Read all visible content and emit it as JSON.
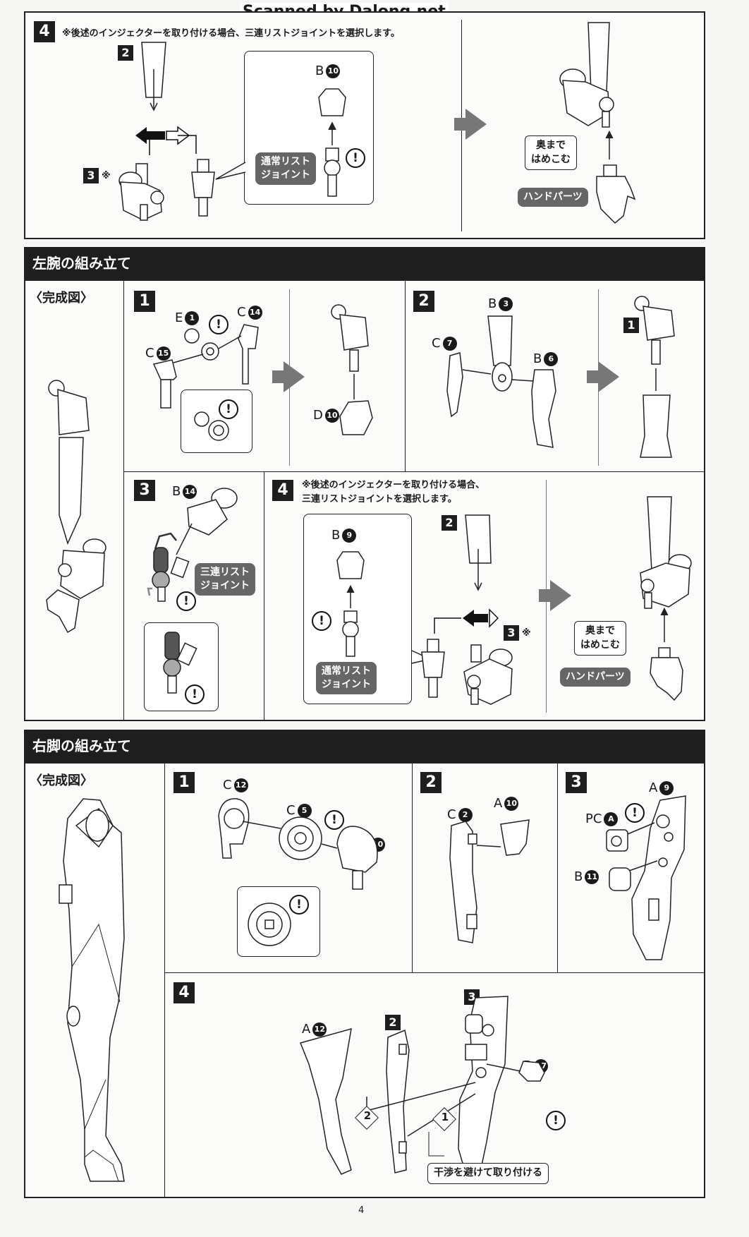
{
  "watermark": "Scanned by Dalong.net",
  "page_number": "4",
  "top_step": {
    "number": "4",
    "note": "※後述のインジェクターを取り付ける場合、三連リストジョイントを選択します。",
    "sub2": "2",
    "sub3": "3",
    "sub3_mark": "※",
    "part_b10": {
      "letter": "B",
      "num": "10"
    },
    "normal_joint": "通常リスト\nジョイント",
    "push_label": "奥まで\nはめこむ",
    "hand_parts": "ハンドパーツ"
  },
  "left_arm": {
    "title": "左腕の組み立て",
    "complete": "〈完成図〉",
    "step1": {
      "number": "1",
      "e1": {
        "letter": "E",
        "num": "1"
      },
      "c14": {
        "letter": "C",
        "num": "14"
      },
      "c15": {
        "letter": "C",
        "num": "15"
      },
      "d10": {
        "letter": "D",
        "num": "10"
      }
    },
    "step2": {
      "number": "2",
      "b3": {
        "letter": "B",
        "num": "3"
      },
      "c7": {
        "letter": "C",
        "num": "7"
      },
      "b6": {
        "letter": "B",
        "num": "6"
      },
      "sub1": "1"
    },
    "step3": {
      "number": "3",
      "b14": {
        "letter": "B",
        "num": "14"
      },
      "triple_joint": "三連リスト\nジョイント"
    },
    "step4": {
      "number": "4",
      "note": "※後述のインジェクターを取り付ける場合、\n三連リストジョイントを選択します。",
      "b9": {
        "letter": "B",
        "num": "9"
      },
      "normal_joint": "通常リスト\nジョイント",
      "sub2": "2",
      "sub3": "3",
      "sub3_mark": "※",
      "push_label": "奥まで\nはめこむ",
      "hand_parts": "ハンドパーツ"
    }
  },
  "right_leg": {
    "title": "右脚の組み立て",
    "complete": "〈完成図〉",
    "step1": {
      "number": "1",
      "c12": {
        "letter": "C",
        "num": "12"
      },
      "c5": {
        "letter": "C",
        "num": "5"
      },
      "c10": {
        "letter": "C",
        "num": "10"
      }
    },
    "step2": {
      "number": "2",
      "c2": {
        "letter": "C",
        "num": "2"
      },
      "a10": {
        "letter": "A",
        "num": "10"
      }
    },
    "step3": {
      "number": "3",
      "a9": {
        "letter": "A",
        "num": "9"
      },
      "pca": {
        "letter": "PC",
        "num": "A"
      },
      "b11": {
        "letter": "B",
        "num": "11"
      }
    },
    "step4": {
      "number": "4",
      "a12": {
        "letter": "A",
        "num": "12"
      },
      "sub2": "2",
      "sub3": "3",
      "b17": {
        "letter": "B",
        "num": "17"
      },
      "order1": "1",
      "order2": "2",
      "avoid_label": "干渉を避けて取り付ける"
    }
  }
}
